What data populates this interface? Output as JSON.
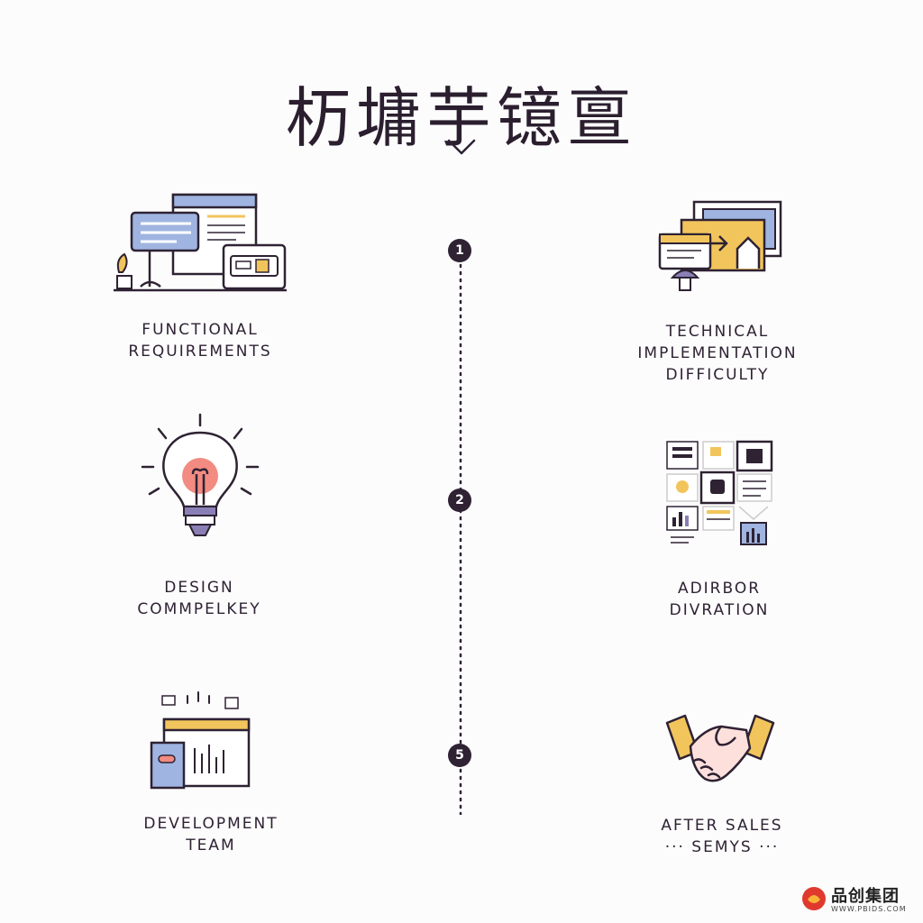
{
  "title": "杤墉芋镱亶",
  "timeline": {
    "nodes": [
      "1",
      "2",
      "5"
    ]
  },
  "items": [
    {
      "lines": [
        "FUNCTIONAL",
        "REQUIREMENTS"
      ],
      "icon": "desktop-workspace-icon"
    },
    {
      "lines": [
        "TECHNICAL",
        "IMPLEMENTATION",
        "DIFFICULTY"
      ],
      "icon": "code-windows-icon"
    },
    {
      "lines": [
        "DESIGN",
        "COMMPELKEY"
      ],
      "icon": "lightbulb-icon"
    },
    {
      "lines": [
        "ADIRBOR",
        "DIVRATION"
      ],
      "icon": "dashboard-grid-icon"
    },
    {
      "lines": [
        "DEVELOPMENT",
        "TEAM"
      ],
      "icon": "dev-window-icon"
    },
    {
      "lines": [
        "AFTER SALES",
        "··· SEMYS ···"
      ],
      "icon": "handshake-icon"
    }
  ],
  "logo": {
    "name": "品创集团",
    "url": "WWW.PBIDS.COM"
  },
  "colors": {
    "ink": "#2e2233",
    "yellow": "#f2c55c",
    "blue": "#9fb4e0",
    "pink": "#f28b82",
    "purple": "#8a7fb5"
  }
}
